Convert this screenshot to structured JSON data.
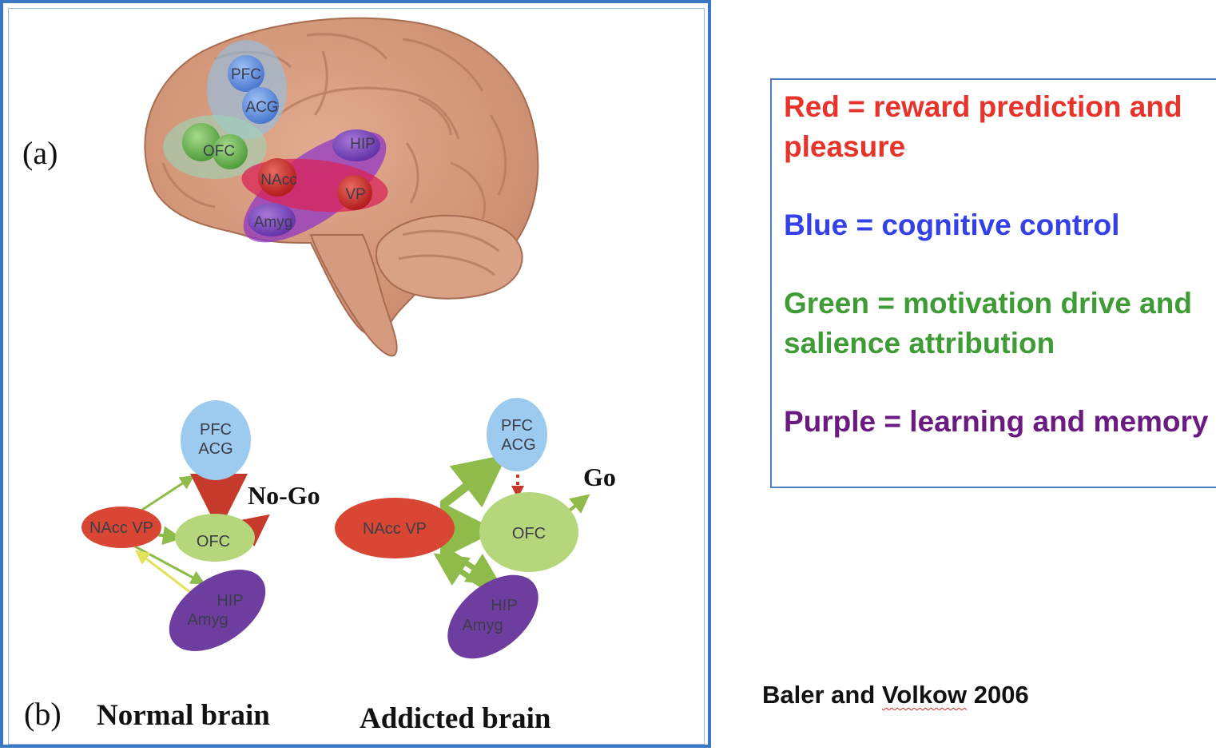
{
  "panel_a": {
    "label": "(a)",
    "regions": {
      "pfc": "PFC",
      "acg": "ACG",
      "ofc": "OFC",
      "hip": "HIP",
      "nacc": "NAcc",
      "vp": "VP",
      "amyg": "Amyg"
    }
  },
  "panel_b": {
    "label": "(b)",
    "normal": {
      "caption": "Normal brain",
      "pfc": "PFC",
      "acg": "ACG",
      "nacc_vp": "NAcc VP",
      "ofc": "OFC",
      "hip": "HIP",
      "amyg": "Amyg",
      "outcome": "No-Go"
    },
    "addicted": {
      "caption": "Addicted brain",
      "pfc": "PFC",
      "acg": "ACG",
      "nacc_vp": "NAcc VP",
      "ofc": "OFC",
      "hip": "HIP",
      "amyg": "Amyg",
      "outcome": "Go"
    }
  },
  "legend": {
    "red": "Red = reward prediction and pleasure",
    "blue": "Blue = cognitive control",
    "green": "Green = motivation drive and salience attribution",
    "purple": "Purple = learning and memory"
  },
  "citation": {
    "pre": "Baler and ",
    "author": "Volkow",
    "year": " 2006"
  },
  "colors": {
    "red": "#e8332a",
    "blue": "#3440e8",
    "green": "#3e9b35",
    "purple": "#6a1a80",
    "frame": "#3b78c4"
  }
}
